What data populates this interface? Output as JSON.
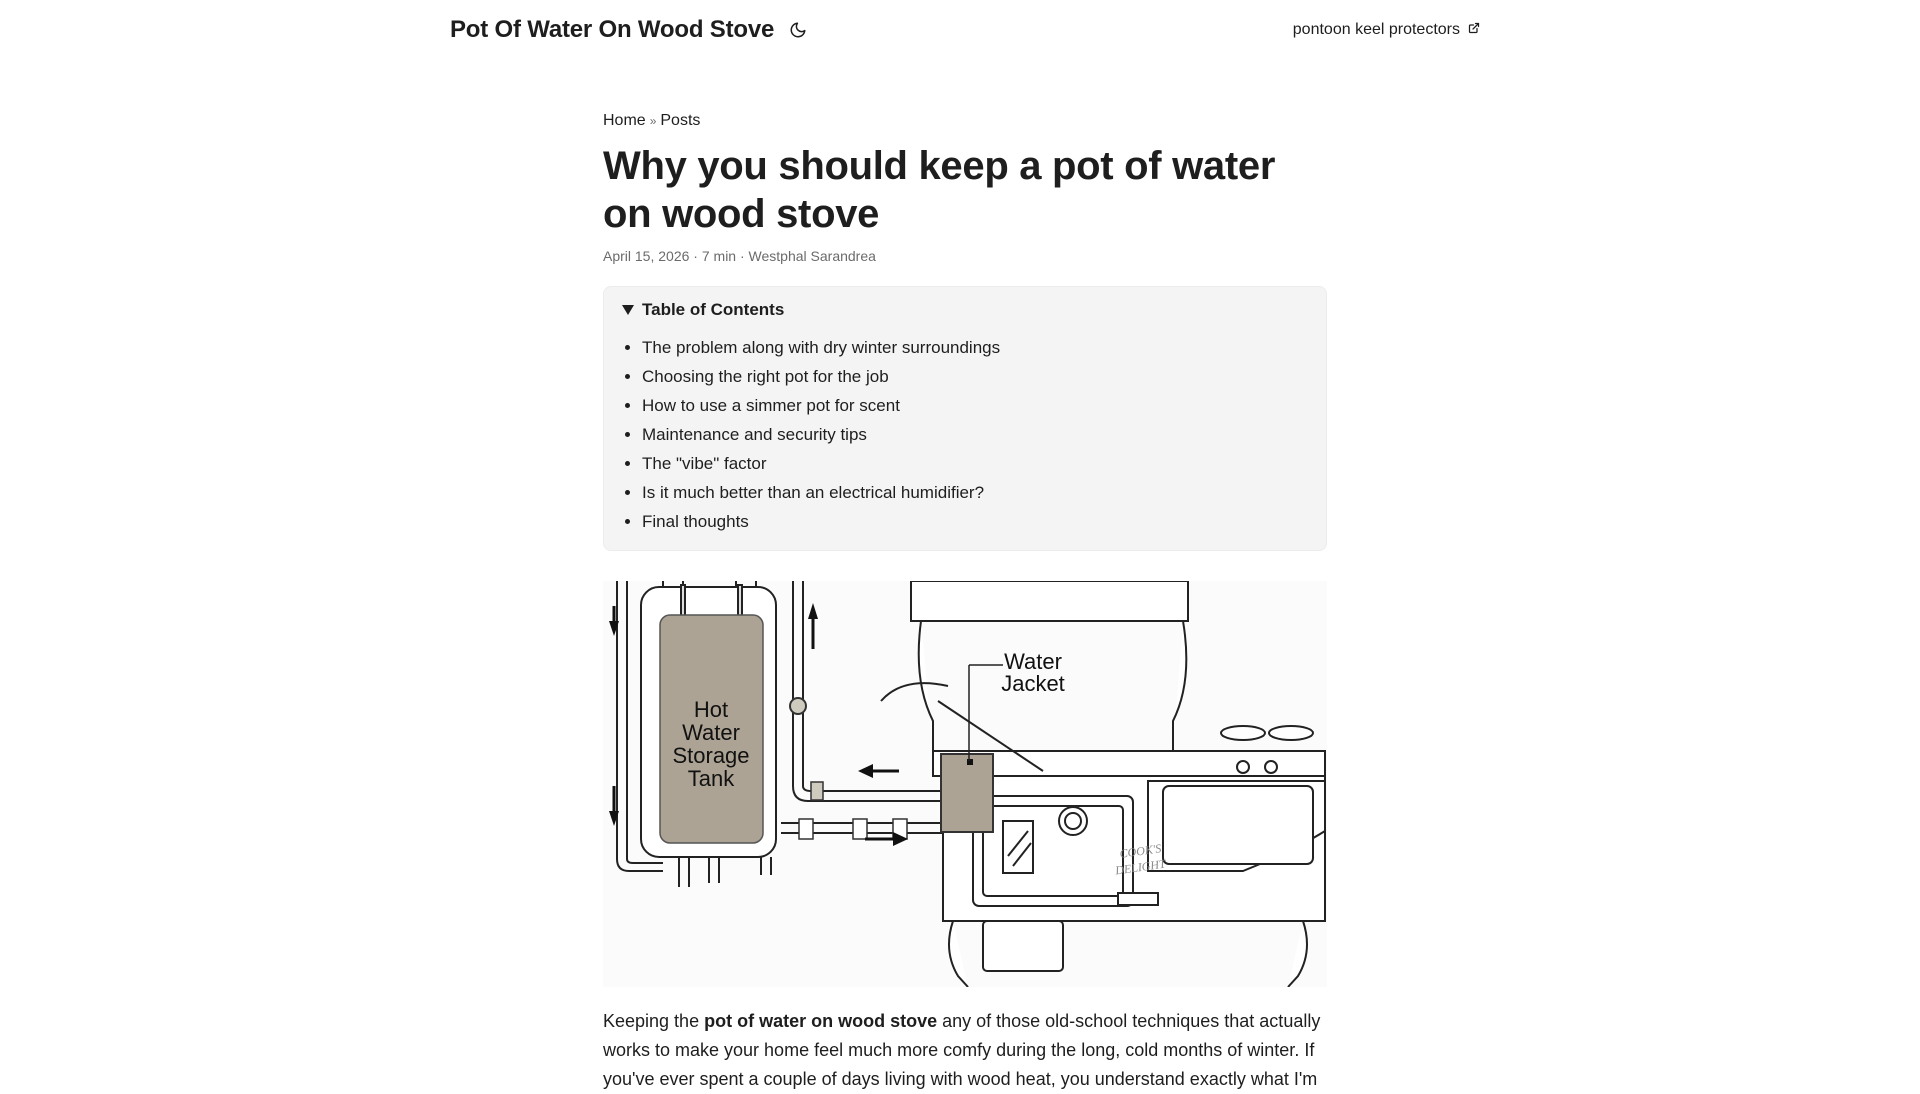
{
  "header": {
    "site_title": "Pot Of Water On Wood Stove",
    "theme_icon": "moon-icon",
    "menu_link": "pontoon keel protectors",
    "menu_link_icon": "external-link-icon"
  },
  "breadcrumbs": {
    "home": "Home",
    "separator": "»",
    "posts": "Posts"
  },
  "post": {
    "title": "Why you should keep a pot of water on wood stove",
    "date": "April 15, 2026",
    "meta_sep": "·",
    "read_time": "7 min",
    "author": "Westphal Sarandrea"
  },
  "toc": {
    "summary": "Table of Contents",
    "items": [
      "The problem along with dry winter surroundings",
      "Choosing the right pot for the job",
      "How to use a simmer pot for scent",
      "Maintenance and security tips",
      "The \"vibe\" factor",
      "Is it much better than an electrical humidifier?",
      "Final thoughts"
    ]
  },
  "cover": {
    "tank_label": [
      "Hot",
      "Water",
      "Storage",
      "Tank"
    ],
    "jacket_label": [
      "Water",
      "Jacket"
    ],
    "stove_badge": [
      "COOK'S",
      "DELIGHT"
    ],
    "tank_fill": "#aca394"
  },
  "content": {
    "intro_before": "Keeping the ",
    "intro_bold": "pot of water on wood stove",
    "intro_after": " any of those old-school techniques that actually works to make your home feel much more comfy during the long, cold months of winter. If you've ever spent a couple of days living with wood heat, you understand exactly what I'm"
  }
}
